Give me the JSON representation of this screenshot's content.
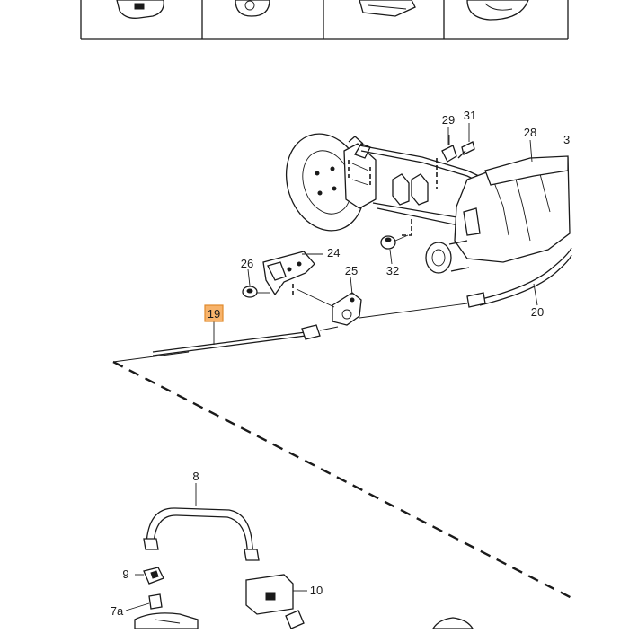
{
  "diagram": {
    "highlight_color": "#f7b36b",
    "highlight_border": "#e08a2c",
    "highlighted_part": "19",
    "callouts": {
      "p29": "29",
      "p31": "31",
      "p28": "28",
      "p3_partial": "3",
      "p24": "24",
      "p26": "26",
      "p25": "25",
      "p32": "32",
      "p20": "20",
      "p19": "19",
      "p8": "8",
      "p9": "9",
      "p10": "10",
      "p7a": "7a"
    }
  }
}
